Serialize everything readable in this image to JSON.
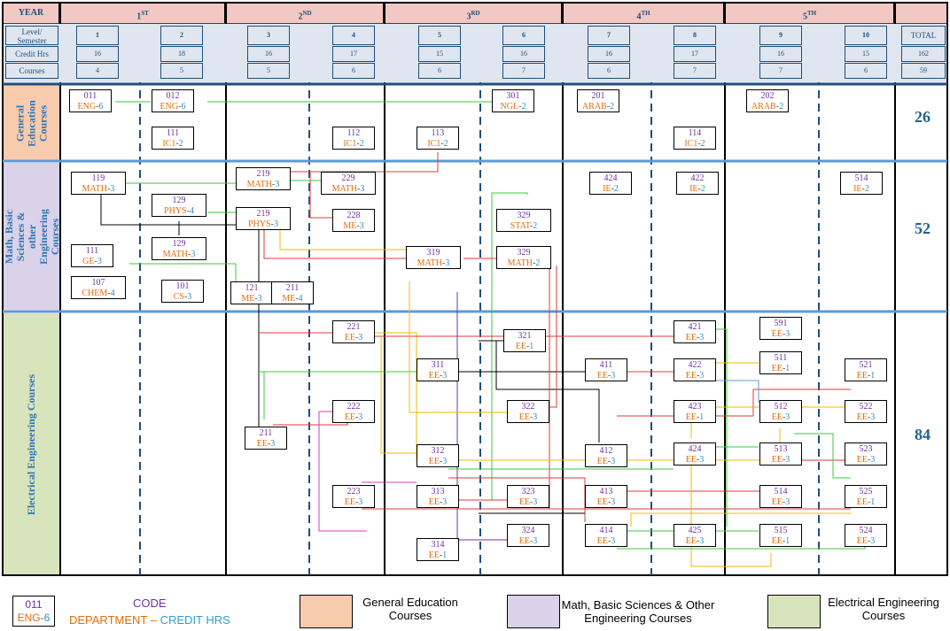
{
  "header": {
    "year_label": "YEAR",
    "years": [
      {
        "label": "1",
        "sup": "ST"
      },
      {
        "label": "2",
        "sup": "ND"
      },
      {
        "label": "3",
        "sup": "RD"
      },
      {
        "label": "4",
        "sup": "TH"
      },
      {
        "label": "5",
        "sup": "TH"
      }
    ],
    "row_labels": [
      "Level/ Semester",
      "Credit Hrs",
      "Courses"
    ],
    "total_label": "TOTAL",
    "total_credits": "162",
    "total_courses": "59",
    "semesters": [
      {
        "level": "1",
        "credits": "16",
        "courses": "4"
      },
      {
        "level": "2",
        "credits": "18",
        "courses": "5"
      },
      {
        "level": "3",
        "credits": "16",
        "courses": "5"
      },
      {
        "level": "4",
        "credits": "17",
        "courses": "6"
      },
      {
        "level": "5",
        "credits": "15",
        "courses": "6"
      },
      {
        "level": "6",
        "credits": "16",
        "courses": "7"
      },
      {
        "level": "7",
        "credits": "16",
        "courses": "6"
      },
      {
        "level": "8",
        "credits": "17",
        "courses": "7"
      },
      {
        "level": "9",
        "credits": "16",
        "courses": "7"
      },
      {
        "level": "10",
        "credits": "15",
        "courses": "6"
      }
    ]
  },
  "categories": [
    {
      "name": "General Education Courses",
      "total": "26",
      "color": "#f8cbad"
    },
    {
      "name": "Math, Basic Sciences & other Engineering Courses",
      "total": "52",
      "color": "#d9d2e9"
    },
    {
      "name": "Electrical Engineering Courses",
      "total": "84",
      "color": "#d8e4bc"
    }
  ],
  "courses": [
    {
      "code": "011",
      "dept": "ENG",
      "cr": "6"
    },
    {
      "code": "012",
      "dept": "ENG",
      "cr": "6"
    },
    {
      "code": "301",
      "dept": "NGL",
      "cr": "2"
    },
    {
      "code": "201",
      "dept": "ARAB",
      "cr": "2"
    },
    {
      "code": "202",
      "dept": "ARAB",
      "cr": "2"
    },
    {
      "code": "111",
      "dept": "IC1",
      "cr": "2"
    },
    {
      "code": "112",
      "dept": "IC1",
      "cr": "2"
    },
    {
      "code": "113",
      "dept": "IC1",
      "cr": "2"
    },
    {
      "code": "114",
      "dept": "IC1",
      "cr": "2"
    },
    {
      "code": "119",
      "dept": "MATH",
      "cr": "3"
    },
    {
      "code": "219",
      "dept": "MATH",
      "cr": "3"
    },
    {
      "code": "229",
      "dept": "MATH",
      "cr": "3"
    },
    {
      "code": "424",
      "dept": "IE",
      "cr": "2"
    },
    {
      "code": "422",
      "dept": "IE",
      "cr": "2"
    },
    {
      "code": "514",
      "dept": "IE",
      "cr": "2"
    },
    {
      "code": "129",
      "dept": "PHYS",
      "cr": "4"
    },
    {
      "code": "219",
      "dept": "PHYS",
      "cr": "3"
    },
    {
      "code": "228",
      "dept": "ME",
      "cr": "3"
    },
    {
      "code": "329",
      "dept": "STAT",
      "cr": "2"
    },
    {
      "code": "111",
      "dept": "GE",
      "cr": "3"
    },
    {
      "code": "129",
      "dept": "MATH",
      "cr": "3"
    },
    {
      "code": "319",
      "dept": "MATH",
      "cr": "3"
    },
    {
      "code": "329",
      "dept": "MATH",
      "cr": "2"
    },
    {
      "code": "107",
      "dept": "CHEM",
      "cr": "4"
    },
    {
      "code": "101",
      "dept": "CS",
      "cr": "3"
    },
    {
      "code": "121",
      "dept": "ME",
      "cr": "3"
    },
    {
      "code": "211",
      "dept": "ME",
      "cr": "4"
    },
    {
      "code": "221",
      "dept": "EE",
      "cr": "3"
    },
    {
      "code": "321",
      "dept": "EE",
      "cr": "1"
    },
    {
      "code": "421",
      "dept": "EE",
      "cr": "3"
    },
    {
      "code": "591",
      "dept": "EE",
      "cr": "3"
    },
    {
      "code": "311",
      "dept": "EE",
      "cr": "3"
    },
    {
      "code": "411",
      "dept": "EE",
      "cr": "3"
    },
    {
      "code": "422",
      "dept": "EE",
      "cr": "3"
    },
    {
      "code": "511",
      "dept": "EE",
      "cr": "1"
    },
    {
      "code": "521",
      "dept": "EE",
      "cr": "1"
    },
    {
      "code": "222",
      "dept": "EE",
      "cr": "3"
    },
    {
      "code": "322",
      "dept": "EE",
      "cr": "3"
    },
    {
      "code": "423",
      "dept": "EE",
      "cr": "1"
    },
    {
      "code": "512",
      "dept": "EE",
      "cr": "3"
    },
    {
      "code": "522",
      "dept": "EE",
      "cr": "3"
    },
    {
      "code": "211",
      "dept": "EE",
      "cr": "3"
    },
    {
      "code": "312",
      "dept": "EE",
      "cr": "3"
    },
    {
      "code": "412",
      "dept": "EE",
      "cr": "3"
    },
    {
      "code": "424",
      "dept": "EE",
      "cr": "3"
    },
    {
      "code": "513",
      "dept": "EE",
      "cr": "3"
    },
    {
      "code": "523",
      "dept": "EE",
      "cr": "3"
    },
    {
      "code": "223",
      "dept": "EE",
      "cr": "3"
    },
    {
      "code": "313",
      "dept": "EE",
      "cr": "3"
    },
    {
      "code": "323",
      "dept": "EE",
      "cr": "3"
    },
    {
      "code": "413",
      "dept": "EE",
      "cr": "3"
    },
    {
      "code": "514",
      "dept": "EE",
      "cr": "3"
    },
    {
      "code": "525",
      "dept": "EE",
      "cr": "1"
    },
    {
      "code": "324",
      "dept": "EE",
      "cr": "3"
    },
    {
      "code": "414",
      "dept": "EE",
      "cr": "3"
    },
    {
      "code": "425",
      "dept": "EE",
      "cr": "3"
    },
    {
      "code": "515",
      "dept": "EE",
      "cr": "1"
    },
    {
      "code": "524",
      "dept": "EE",
      "cr": "3"
    },
    {
      "code": "314",
      "dept": "EE",
      "cr": "1"
    }
  ],
  "legend": {
    "sample_code": "011",
    "sample_dept": "ENG",
    "sample_cr": "6",
    "code_label": "CODE",
    "department_label": "DEPARTMENT",
    "separator": "–",
    "credit_label": "CREDIT HRS",
    "general_label": "General Education Courses",
    "math_label": "Math, Basic Sciences & Other Engineering Courses",
    "ee_label": "Electrical Engineering Courses"
  },
  "colors": {
    "header_bg": "#f1c8c4",
    "level_bg": "#dfe6f0",
    "code": "#7030a0",
    "department": "#e46c0a",
    "credit": "#2e8bc0",
    "row_separator": "#5b9bd5"
  }
}
